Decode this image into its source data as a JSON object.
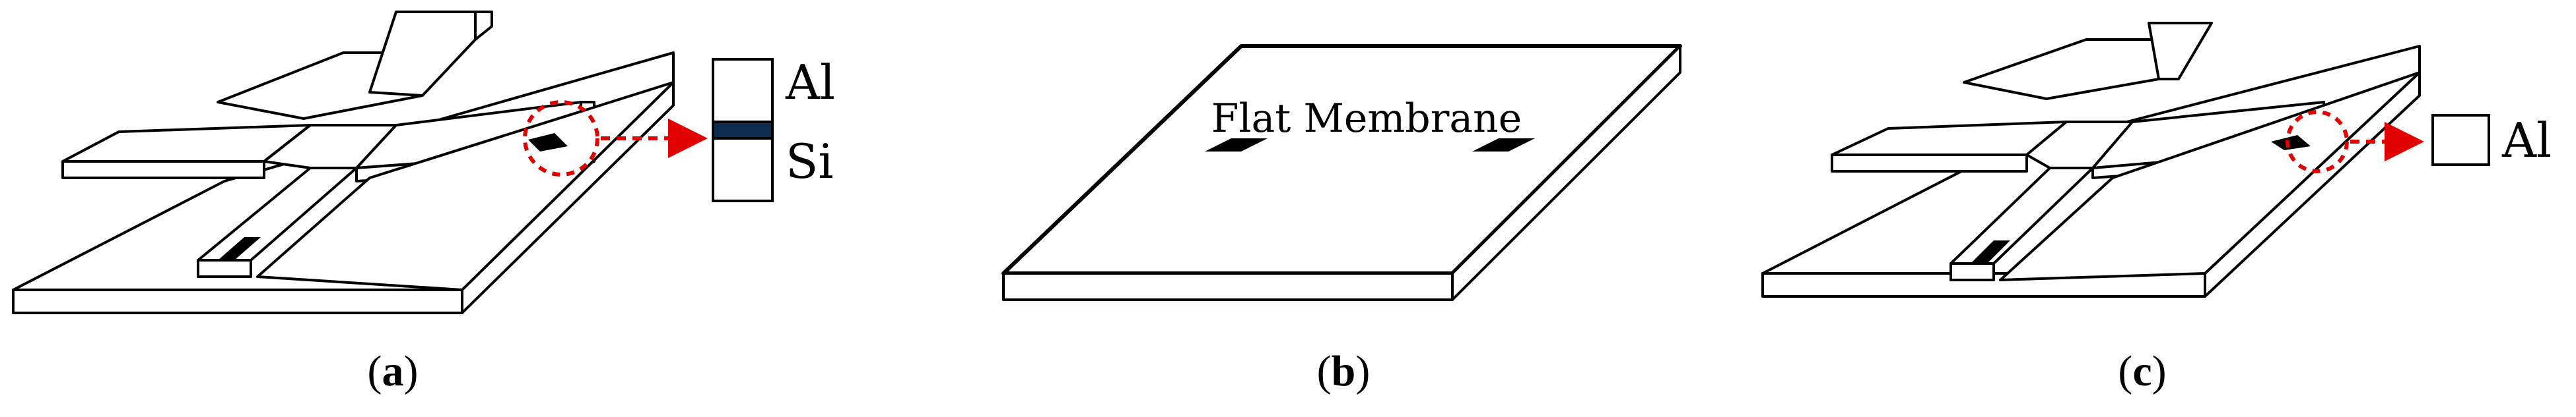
{
  "panels": [
    {
      "id": "a",
      "caption": "a",
      "layers": [
        "Al",
        "Si"
      ]
    },
    {
      "id": "b",
      "caption": "b",
      "label": "Flat Membrane"
    },
    {
      "id": "c",
      "caption": "c",
      "layers": [
        "Al"
      ]
    }
  ],
  "colors": {
    "line": "#000000",
    "highlight": "#e00000",
    "interlayer": "#0d2b4e",
    "pad": "#000000"
  },
  "icons": [
    "dashed-circle-icon",
    "dashed-arrow-icon",
    "electrode-pad-icon"
  ]
}
